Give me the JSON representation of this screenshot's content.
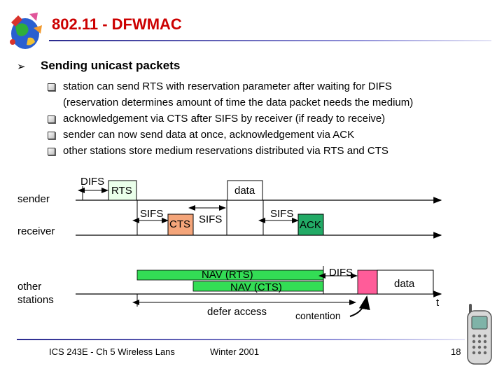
{
  "slide": {
    "title": "802.11 - DFWMAC",
    "heading": "Sending unicast packets",
    "bullets": [
      "station can send RTS with reservation parameter after waiting for DIFS",
      "(reservation determines amount of time the data packet needs the medium)",
      "acknowledgement via CTS after SIFS by receiver (if ready to receive)",
      "sender can now send data at once, acknowledgement via ACK",
      "other stations store medium reservations distributed via RTS and CTS"
    ]
  },
  "diagram": {
    "rows": {
      "sender": "sender",
      "receiver": "receiver",
      "other_line1": "other",
      "other_line2": "stations"
    },
    "labels": {
      "difs_1": "DIFS",
      "rts": "RTS",
      "data_1": "data",
      "sifs_1": "SIFS",
      "cts": "CTS",
      "sifs_2": "SIFS",
      "sifs_3": "SIFS",
      "ack": "ACK",
      "nav_rts": "NAV (RTS)",
      "nav_cts": "NAV (CTS)",
      "difs_2": "DIFS",
      "data_2": "data",
      "defer_access": "defer access",
      "contention": "contention",
      "t": "t"
    },
    "colors": {
      "rts": "#eaffea",
      "cts": "#f4a57a",
      "ack": "#22aa66",
      "nav": "#33dd55",
      "contention": "#ff5c99"
    }
  },
  "footer": {
    "course": "ICS 243E - Ch 5 Wireless Lans",
    "term": "Winter 2001",
    "page": "18"
  },
  "icons": {
    "logo": "globe-logo-icon",
    "phone": "mobile-phone-icon"
  }
}
